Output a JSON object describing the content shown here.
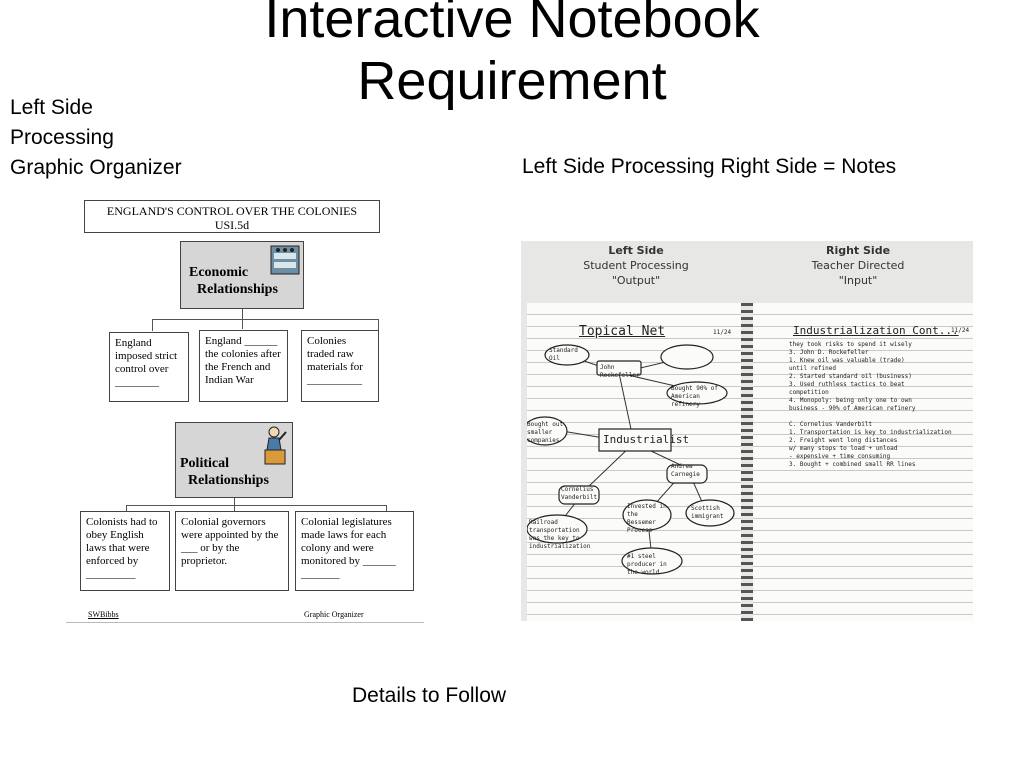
{
  "slide": {
    "title_line1": "Interactive Notebook",
    "title_line2": "Requirement",
    "left_label_line1": "Left Side",
    "left_label_line2": "Processing",
    "left_label_line3": "Graphic Organizer",
    "right_caption": "Left Side Processing Right Side = Notes",
    "footer": "Details to Follow"
  },
  "organizer": {
    "title_line1": "ENGLAND'S CONTROL OVER THE COLONIES",
    "title_line2": "USI.5d",
    "economic_line1": "Economic",
    "economic_line2": "Relationships",
    "econ_boxes": [
      "England imposed strict control over ________",
      "England ______ the colonies after the French and Indian War",
      "Colonies traded raw materials for __________"
    ],
    "political_line1": "Political",
    "political_line2": "Relationships",
    "pol_boxes": [
      "Colonists had to obey English laws that were enforced by _________",
      "Colonial governors were appointed by the ___ or by the proprietor.",
      "Colonial legislatures made laws for each colony and were monitored by ______ _______"
    ],
    "footer_left": "SWBibbs",
    "footer_right": "Graphic Organizer"
  },
  "notebook": {
    "left_head1": "Left Side",
    "left_head2": "Student Processing",
    "left_head3": "\"Output\"",
    "right_head1": "Right Side",
    "right_head2": "Teacher Directed",
    "right_head3": "\"Input\"",
    "left_page_title": "Topical Net",
    "left_page_date": "11/24",
    "center_node": "Industrialist",
    "nodes": [
      "John Rockefeller",
      "Standard Oil",
      "Andrew Carnegie",
      "Cornelius Vanderbilt",
      "Scottish immigrant",
      "Invested in the Bessemer Process",
      "#1 steel producer in the world",
      "Bought 90% of American refinery",
      "Bought out smaller companies",
      "Railroad transportation was the key to industrialization"
    ],
    "right_page_title": "Industrialization Cont...",
    "right_page_date": "11/24",
    "notes": [
      "they took risks to spend it wisely",
      "3. John D. Rockefeller",
      "   1. Knew oil was valuable (trade)",
      "      until refined",
      "   2. Started standard oil (business)",
      "   3. Used ruthless tactics to beat",
      "      competition",
      "   4. Monopoly: being only one to own",
      "      business - 90% of American refinery",
      "C. Cornelius Vanderbilt",
      "   1. Transportation is key to industrialization",
      "   2. Freight went long distances",
      "      w/ many stops to load + unload",
      "      - expensive + time consuming",
      "   3. Bought + combined small RR lines"
    ]
  }
}
